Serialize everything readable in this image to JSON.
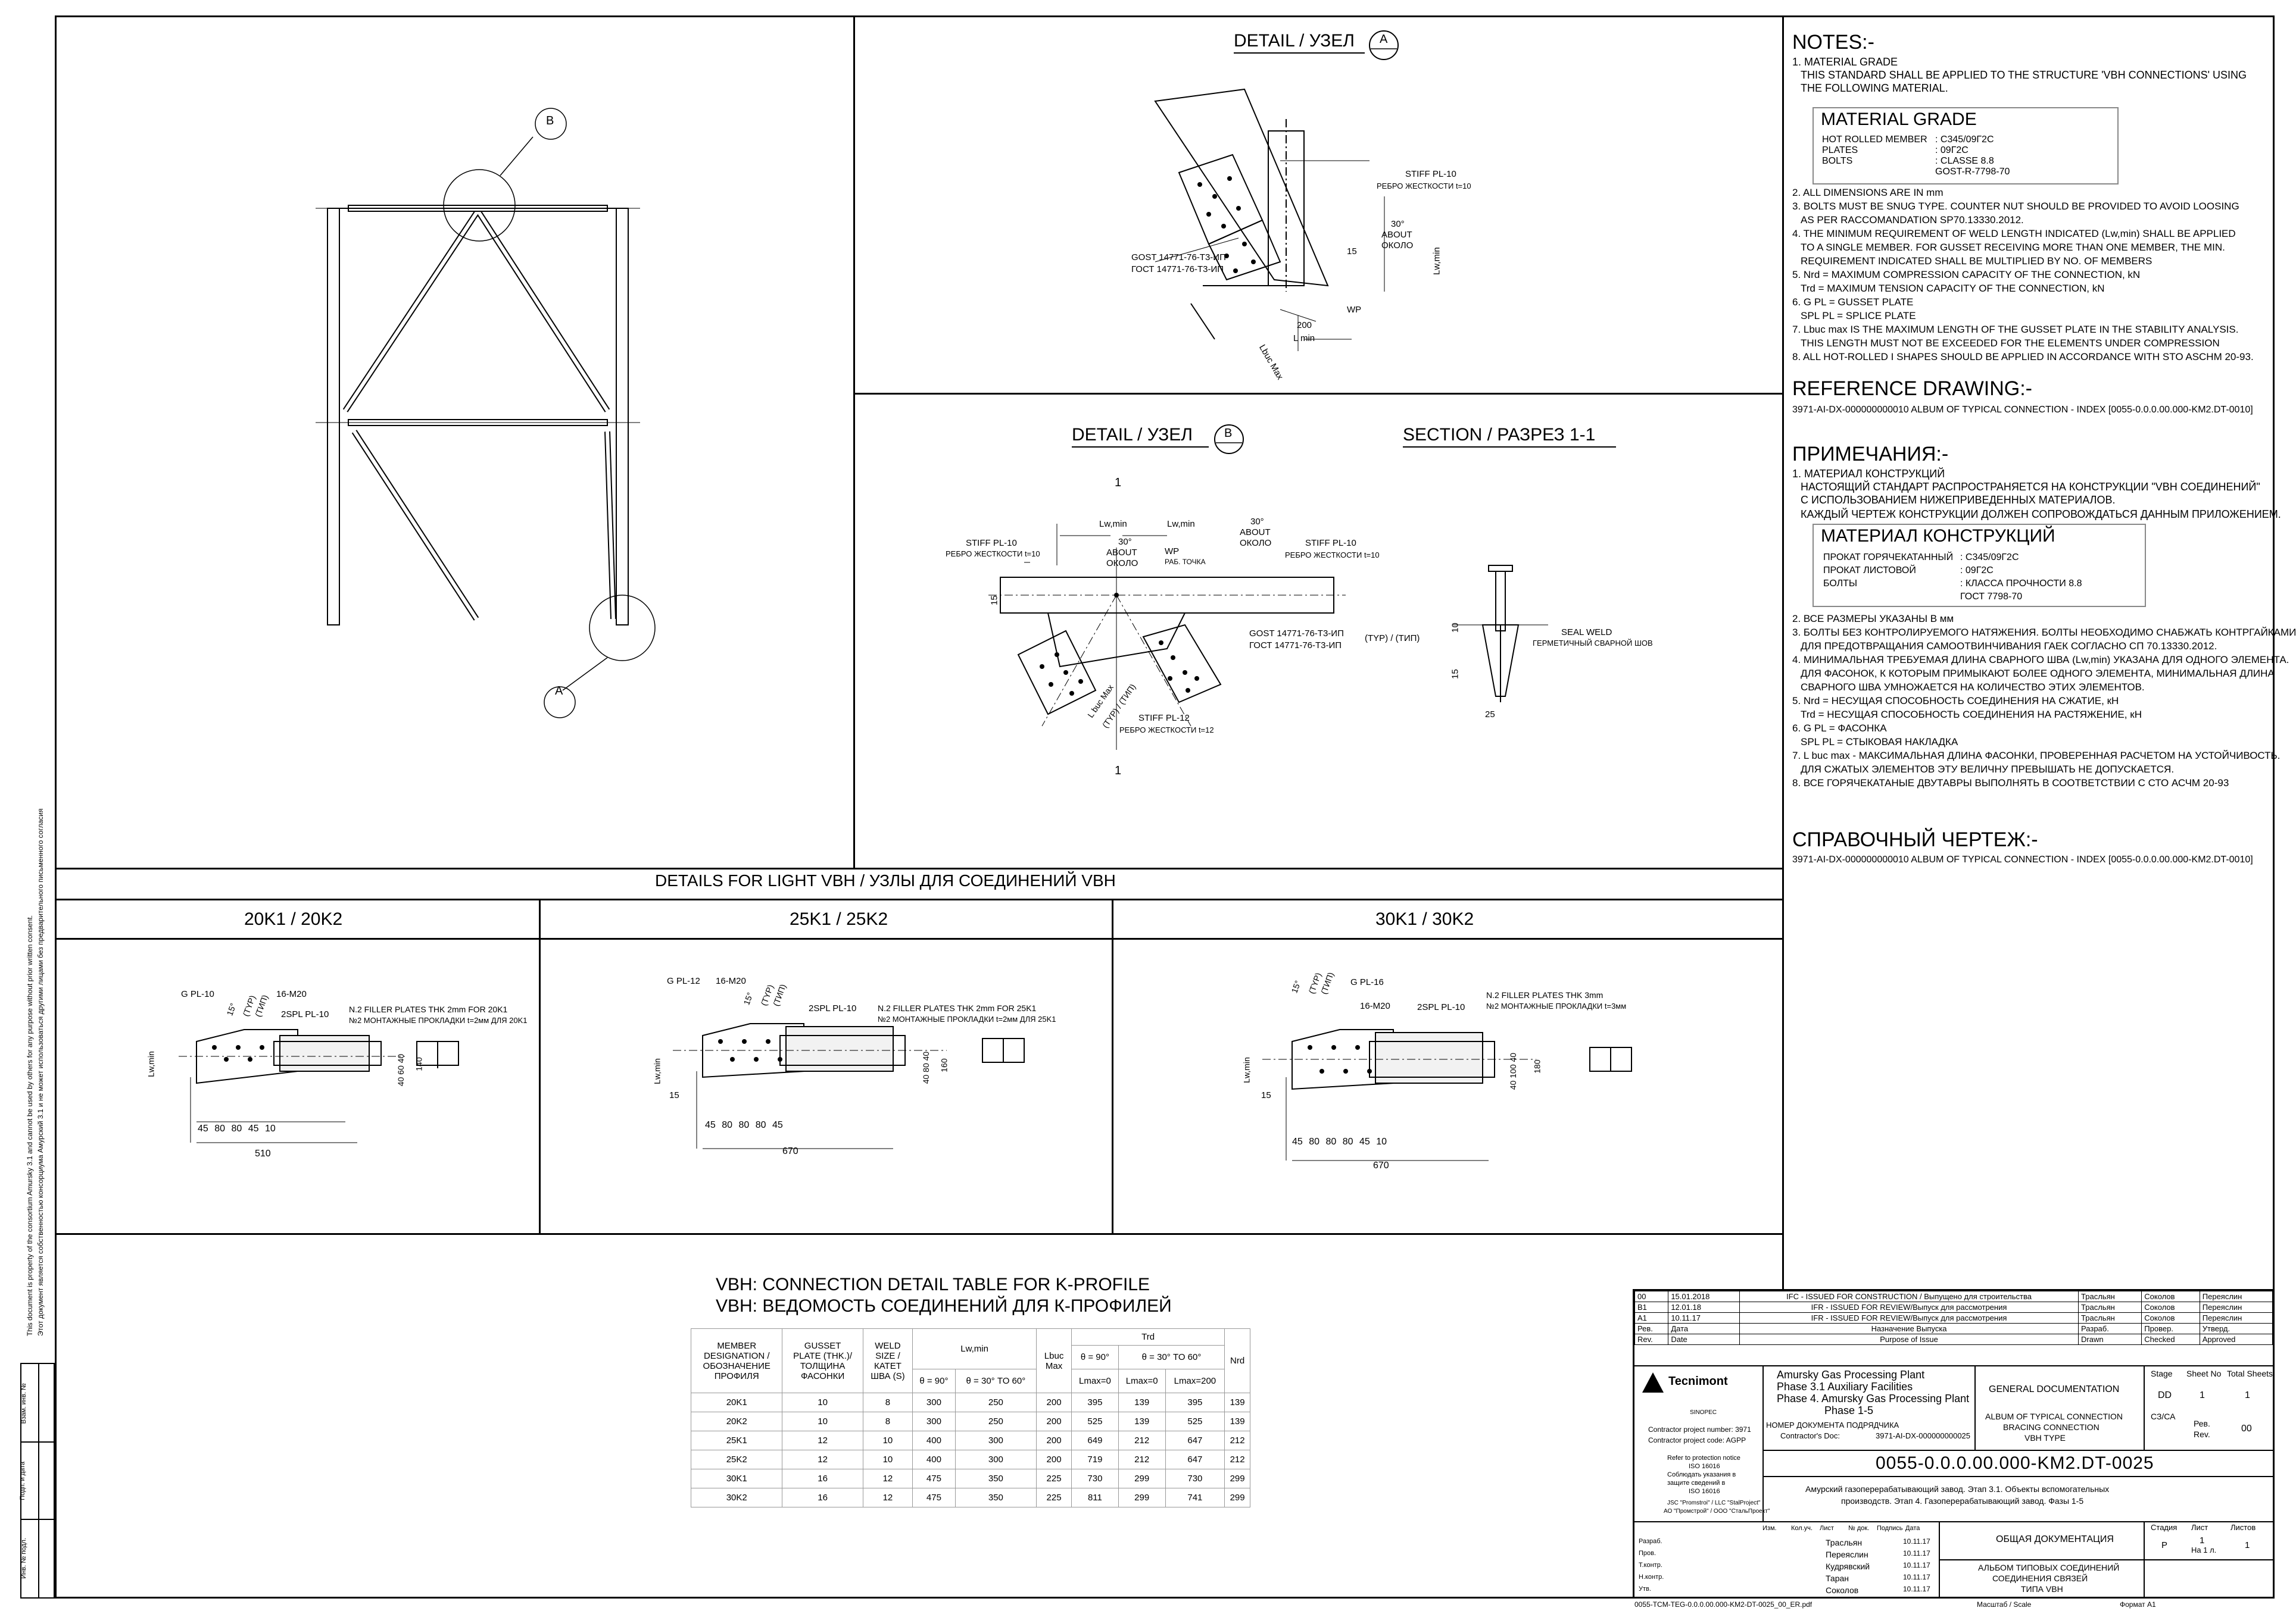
{
  "side_note": {
    "en": "This document is property of the consortium Amursky 3.1 and cannot be used by others for any purpose without prior written consent.",
    "ru": "Этот документ является собственностью консорциума Амурский 3.1 и не может использоваться другими лицами без предварительного письменного согласия"
  },
  "detail_a": {
    "title": "DETAIL / УЗЕЛ",
    "bubble": "A",
    "bubble_sub": "—",
    "labels": [
      "STIFF PL-10",
      "РЕБРО ЖЕСТКОСТИ t=10",
      "30°",
      "ABOUT",
      "ОКОЛО",
      "GOST 14771-76-Т3-ИП",
      "ГОСТ 14771-76-Т3-ИП",
      "15",
      "Lw,min",
      "200",
      "L min",
      "WP",
      "Lbuc Max"
    ]
  },
  "detail_b": {
    "title": "DETAIL / УЗЕЛ",
    "bubble": "B",
    "bubble_sub": "—",
    "labels": [
      "Lw,min",
      "Lw,min",
      "30°",
      "ABOUT",
      "ОКОЛО",
      "30°",
      "ABOUT",
      "ОКОЛО",
      "STIFF PL-10",
      "РЕБРО ЖЕСТКОСТИ t=10",
      "STIFF PL-10",
      "РЕБРО ЖЕСТКОСТИ t=10",
      "WP",
      "РАБ. ТОЧКА",
      "GOST 14771-76-Т3-ИП",
      "ГОСТ 14771-76-Т3-ИП",
      "(TYP) / (ТИП)",
      "L buc Max",
      "(TYP) / (ТИП)",
      "STIFF PL-12",
      "РЕБРО ЖЕСТКОСТИ t=12",
      "15",
      "1",
      "1"
    ]
  },
  "section": {
    "title": "SECTION / РАЗРЕЗ 1-1",
    "labels": [
      "SEAL WELD",
      "ГЕРМЕТИЧНЫЙ СВАРНОЙ ШОВ",
      "10",
      "15",
      "25"
    ]
  },
  "elevation": {
    "bubble_a": "A",
    "bubble_b": "B",
    "bubble_sub": "-"
  },
  "details_light": {
    "title": "DETAILS FOR LIGHT VBH / УЗЛЫ ДЛЯ СОЕДИНЕНИЙ VBH",
    "panels": [
      {
        "title": "20K1 / 20K2",
        "gpl": "G PL-10",
        "bolts": "16-M20",
        "spl": "2SPL PL-10",
        "filler": "N.2 FILLER PLATES THK 2mm FOR 20K1",
        "filler_ru": "№2 МОНТАЖНЫЕ ПРОКЛАДКИ t=2мм ДЛЯ 20K1",
        "angle": "15°",
        "typ": "(TYP)",
        "tip": "(ТИП)",
        "lw": "Lw,min",
        "dims": "45 80 80 45  10",
        "total": "510",
        "v1": "140",
        "v2": "40 60 40"
      },
      {
        "title": "25K1 / 25K2",
        "gpl": "G PL-12",
        "bolts": "16-M20",
        "spl": "2SPL PL-10",
        "filler": "N.2 FILLER PLATES THK 2mm  FOR 25K1",
        "filler_ru": "№2 МОНТАЖНЫЕ ПРОКЛАДКИ t=2мм ДЛЯ 25K1",
        "angle": "15°",
        "typ": "(TYP)",
        "tip": "(ТИП)",
        "lw": "Lw,min",
        "dims": "45 80 80 80 45",
        "total": "670",
        "v1": "160",
        "v2": "40 80 40",
        "s15": "15"
      },
      {
        "title": "30K1 / 30K2",
        "gpl": "G PL-16",
        "bolts": "16-M20",
        "spl": "2SPL PL-10",
        "filler": "N.2 FILLER PLATES THK 3mm",
        "filler_ru": "№2 МОНТАЖНЫЕ ПРОКЛАДКИ t=3мм",
        "angle": "15°",
        "typ": "(TYP)",
        "tip": "(ТИП)",
        "lw": "Lw,min",
        "dims": "45 80 80 80 45  10",
        "total": "670",
        "v1": "180",
        "v2": "40 100 40",
        "s15": "15"
      }
    ]
  },
  "vbh_table": {
    "title_en": "VBH: CONNECTION DETAIL TABLE FOR K-PROFILE",
    "title_ru": "VBH: ВЕДОМОСТЬ СОЕДИНЕНИЙ ДЛЯ К-ПРОФИЛЕЙ",
    "h_member": [
      "MEMBER",
      "DESIGNATION /",
      "ОБОЗНАЧЕНИЕ",
      "ПРОФИЛЯ"
    ],
    "h_gusset": [
      "GUSSET",
      "PLATE (THK.)/",
      "ТОЛЩИНА",
      "ФАСОНКИ"
    ],
    "h_weld": [
      "WELD",
      "SIZE /",
      "КАТЕТ",
      "ШВА (S)"
    ],
    "h_lw": "Lw,min",
    "h_lbuc": "Lbuc Max",
    "h_trd": "Trd",
    "h_nrd": "Nrd",
    "h_90": "θ = 90°",
    "h_30": "θ = 30° TO 60°",
    "h_lmax0": "Lmax=0",
    "h_lmax0b": "Lmax=0",
    "h_lmax200": "Lmax=200",
    "rows": [
      [
        "20K1",
        "10",
        "8",
        "300",
        "250",
        "200",
        "395",
        "139",
        "395",
        "139"
      ],
      [
        "20K2",
        "10",
        "8",
        "300",
        "250",
        "200",
        "525",
        "139",
        "525",
        "139"
      ],
      [
        "25K1",
        "12",
        "10",
        "400",
        "300",
        "200",
        "649",
        "212",
        "647",
        "212"
      ],
      [
        "25K2",
        "12",
        "10",
        "400",
        "300",
        "200",
        "719",
        "212",
        "647",
        "212"
      ],
      [
        "30K1",
        "16",
        "12",
        "475",
        "350",
        "225",
        "730",
        "299",
        "730",
        "299"
      ],
      [
        "30K2",
        "16",
        "12",
        "475",
        "350",
        "225",
        "811",
        "299",
        "741",
        "299"
      ]
    ]
  },
  "notes": {
    "title": "NOTES:-",
    "n1": [
      "1. MATERIAL GRADE",
      "THIS STANDARD SHALL BE APPLIED TO THE STRUCTURE 'VBH CONNECTIONS' USING",
      "THE FOLLOWING MATERIAL."
    ],
    "mg_title": "MATERIAL GRADE",
    "mg_rows": [
      [
        "HOT ROLLED MEMBER",
        ": C345/09Г2С"
      ],
      [
        "PLATES",
        ": 09Г2С"
      ],
      [
        "BOLTS",
        ": CLASSE 8.8"
      ],
      [
        "",
        "GOST-R-7798-70"
      ]
    ],
    "rest": [
      "2. ALL DIMENSIONS ARE IN mm",
      "3. BOLTS MUST BE SNUG TYPE. COUNTER NUT SHOULD BE PROVIDED TO AVOID LOOSING",
      "AS PER RACCOMANDATION SP70.13330.2012.",
      "4. THE MINIMUM REQUIREMENT OF WELD LENGTH INDICATED (Lw,min) SHALL BE APPLIED",
      "TO A SINGLE MEMBER. FOR GUSSET RECEIVING MORE THAN ONE MEMBER, THE MIN.",
      "REQUIREMENT INDICATED SHALL BE MULTIPLIED BY NO. OF MEMBERS",
      "5. Nrd = MAXIMUM COMPRESSION CAPACITY OF THE CONNECTION, kN",
      "Trd = MAXIMUM TENSION CAPACITY OF THE CONNECTION, kN",
      "6. G PL = GUSSET PLATE",
      "SPL PL = SPLICE PLATE",
      "7. Lbuc max IS THE MAXIMUM LENGTH OF THE GUSSET PLATE IN THE STABILITY ANALYSIS.",
      "THIS LENGTH MUST NOT BE EXCEEDED FOR THE ELEMENTS UNDER COMPRESSION",
      "8. ALL HOT-ROLLED I SHAPES SHOULD BE APPLIED IN ACCORDANCE WITH STO ASCHM 20-93."
    ],
    "ref_title": "REFERENCE DRAWING:-",
    "ref_text": "3971-AI-DX-000000000010 ALBUM OF TYPICAL CONNECTION - INDEX [0055-0.0.0.00.000-KM2.DT-0010]",
    "ru_title": "ПРИМЕЧАНИЯ:-",
    "ru_n1": [
      "1. МАТЕРИАЛ КОНСТРУКЦИЙ",
      "НАСТОЯЩИЙ СТАНДАРТ РАСПРОСТРАНЯЕТСЯ НА КОНСТРУКЦИИ \"VBH СОЕДИНЕНИЙ\"",
      "С ИСПОЛЬЗОВАНИЕМ НИЖЕПРИВЕДЕННЫХ МАТЕРИАЛОВ.",
      "КАЖДЫЙ ЧЕРТЕЖ КОНСТРУКЦИИ ДОЛЖЕН СОПРОВОЖДАТЬСЯ ДАННЫМ ПРИЛОЖЕНИЕМ."
    ],
    "ru_mg_title": "МАТЕРИАЛ КОНСТРУКЦИЙ",
    "ru_mg_rows": [
      [
        "ПРОКАТ ГОРЯЧЕКАТАННЫЙ",
        ": C345/09Г2С"
      ],
      [
        "ПРОКАТ ЛИСТОВОЙ",
        ": 09Г2С"
      ],
      [
        "БОЛТЫ",
        ": КЛАССА ПРОЧНОСТИ 8.8"
      ],
      [
        "",
        "ГОСТ 7798-70"
      ]
    ],
    "ru_rest": [
      "2. ВСЕ РАЗМЕРЫ УКАЗАНЫ В мм",
      "3. БОЛТЫ БЕЗ КОНТРОЛИРУЕМОГО НАТЯЖЕНИЯ. БОЛТЫ НЕОБХОДИМО СНАБЖАТЬ КОНТРГАЙКАМИ",
      "ДЛЯ ПРЕДОТВРАЩАНИЯ САМООТВИНЧИВАНИЯ ГАЕК СОГЛАСНО СП 70.13330.2012.",
      "4. МИНИМАЛЬНАЯ ТРЕБУЕМАЯ ДЛИНА СВАРНОГО ШВА (Lw,min) УКАЗАНА ДЛЯ ОДНОГО ЭЛЕМЕНТА.",
      "ДЛЯ ФАСОНОК, К КОТОРЫМ ПРИМЫКАЮТ БОЛЕЕ ОДНОГО ЭЛЕМЕНТА, МИНИМАЛЬНАЯ ДЛИНА",
      "СВАРНОГО ШВА УМНОЖАЕТСЯ НА КОЛИЧЕСТВО ЭТИХ ЭЛЕМЕНТОВ.",
      "5. Nrd = НЕСУЩАЯ СПОСОБНОСТЬ СОЕДИНЕНИЯ НА СЖАТИЕ, кН",
      "Trd = НЕСУЩАЯ СПОСОБНОСТЬ СОЕДИНЕНИЯ НА РАСТЯЖЕНИЕ, кН",
      "6. G PL = ФАСОНКА",
      "SPL PL = СТЫКОВАЯ НАКЛАДКА",
      "7. L buc max - МАКСИМАЛЬНАЯ ДЛИНА ФАСОНКИ, ПРОВЕРЕННАЯ РАСЧЕТОМ НА УСТОЙЧИВОСТЬ.",
      "ДЛЯ СЖАТЫХ ЭЛЕМЕНТОВ ЭТУ ВЕЛИЧНУ ПРЕВЫШАТЬ НЕ ДОПУСКАЕТСЯ.",
      "8. ВСЕ ГОРЯЧЕКАТАНЫЕ ДВУТАВРЫ ВЫПОЛНЯТЬ В СООТВЕТСТВИИ С СТО АСЧМ 20-93"
    ],
    "ru_ref_title": "СПРАВОЧНЫЙ ЧЕРТЕЖ:-",
    "ru_ref_text": "3971-AI-DX-000000000010 ALBUM OF TYPICAL CONNECTION - INDEX [0055-0.0.0.00.000-KM2.DT-0010]"
  },
  "title_block": {
    "revisions": [
      [
        "00",
        "15.01.2018",
        "IFC - ISSUED FOR CONSTRUCTION / Выпущено для строительства",
        "Трасльян",
        "Соколов",
        "Переяслин"
      ],
      [
        "B1",
        "12.01.18",
        "IFR - ISSUED FOR REVIEW/Выпуск для рассмотрения",
        "Трасльян",
        "Соколов",
        "Переяслин"
      ],
      [
        "A1",
        "10.11.17",
        "IFR - ISSUED FOR REVIEW/Выпуск для рассмотрения",
        "Трасльян",
        "Соколов",
        "Переяслин"
      ]
    ],
    "rev_head": [
      "Рев.",
      "Дата",
      "Назначение Выпуска",
      "Разраб.",
      "Провер.",
      "Утверд."
    ],
    "rev_head_en": [
      "Rev.",
      "Date",
      "Purpose of Issue",
      "Drawn",
      "Checked",
      "Approved"
    ],
    "company": "Tecnimont",
    "company2": "SINOPEC",
    "project": [
      "Amursky Gas Processing Plant",
      "Phase 3.1 Auxiliary Facilities",
      "Phase 4. Amursky Gas Processing Plant",
      "Phase 1-5"
    ],
    "contractor_number": "Contractor project number: 3971",
    "contractor_code": "Contractor project code: AGPP",
    "doc_label": "НОМЕР ДОКУМЕНТА ПОДРЯДЧИКА",
    "doc_label_en": "Contractor's Doc:",
    "doc_number": "3971-AI-DX-000000000025",
    "protection": [
      "Refer to protection notice",
      "ISO 16016",
      "Соблюдать указания в",
      "защите сведений в",
      "ISO 16016"
    ],
    "general_doc": "GENERAL DOCUMENTATION",
    "album": [
      "ALBUM OF TYPICAL CONNECTION",
      "BRACING CONNECTION",
      "VBH TYPE"
    ],
    "stage_head": [
      "Stage",
      "Sheet No",
      "Total Sheets"
    ],
    "stage_vals": [
      "DD",
      "1",
      "1"
    ],
    "sys": "СЗ/СА",
    "rev_label": "Рев.",
    "rev_label_en": "Rev.",
    "rev_val": "00",
    "drawing_number": "0055-0.0.0.00.000-KM2.DT-0025",
    "ru_project": [
      "Амурский газоперерабатывающий завод. Этап 3.1. Объекты вспомогательных",
      "производств. Этап 4. Газоперерабатывающий завод. Фазы 1-5"
    ],
    "people": [
      [
        "Трасльян",
        "10.11.17"
      ],
      [
        "Переяслин",
        "10.11.17"
      ],
      [
        "Кудрявский",
        "10.11.17"
      ],
      [
        "Таран",
        "10.11.17"
      ],
      [
        "Соколов",
        "10.11.17"
      ]
    ],
    "ru_general": "ОБЩАЯ ДОКУМЕНТАЦИЯ",
    "ru_album": [
      "АЛЬБОМ ТИПОВЫХ СОЕДИНЕНИЙ",
      "СОЕДИНЕНИЯ СВЯЗЕЙ",
      "ТИПА VBH"
    ],
    "ru_stage_head": [
      "Стадия",
      "Лист",
      "Листов"
    ],
    "ru_stage_vals": [
      "Р",
      "1",
      "1"
    ],
    "ru_sheet": "На 1 л.",
    "left_labels": [
      "Изм.",
      "Кол.уч.",
      "Лист",
      "№ док.",
      "Подпись",
      "Дата"
    ],
    "roles": [
      "Разраб.",
      "Пров.",
      "Т.контр.",
      "Н.контр.",
      "Утв."
    ],
    "left_info": [
      "JSC \"Promstroi\" / LLC \"StalProject\"",
      "АО \"Промстрой\" / ООО \"СтальПроект\""
    ],
    "doc_file": "0055-TCM-TEG-0.0.0.00.000-KM2-DT-0025_00_ER.pdf",
    "scale": "Масштаб / Scale",
    "format": "Формат А1",
    "stamp_labels": [
      "Инв. № подл.",
      "Подп. и дата",
      "Взам. инв. №"
    ]
  }
}
